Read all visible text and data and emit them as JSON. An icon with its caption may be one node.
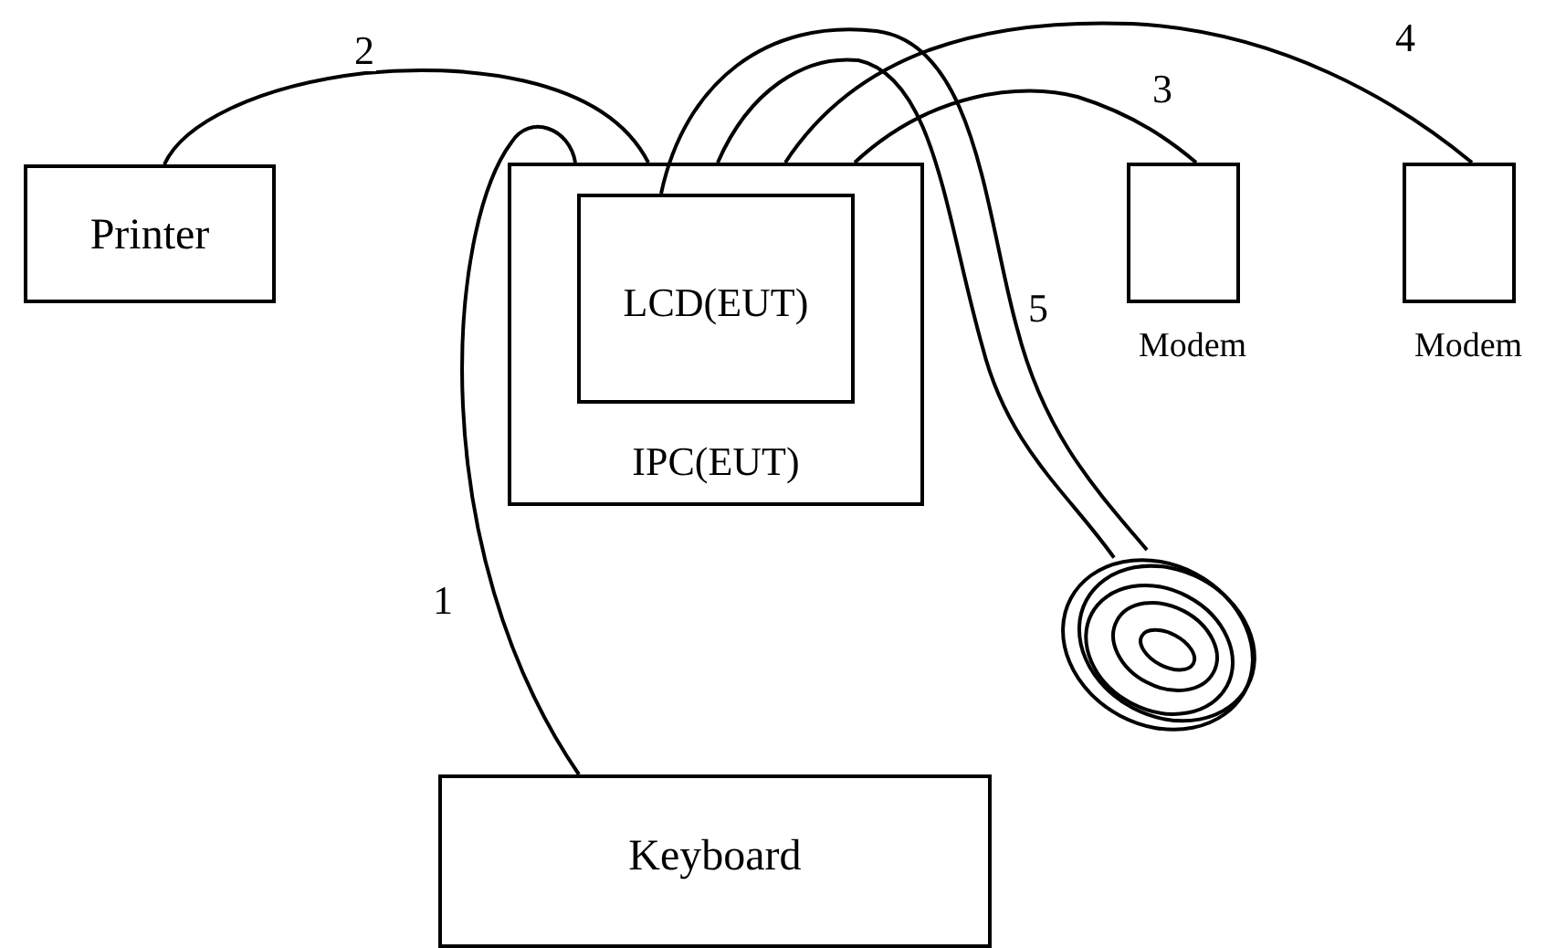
{
  "diagram": {
    "nodes": [
      {
        "text": [
          "Printer"
        ]
      },
      {
        "text": [
          "IPC(EUT)"
        ]
      },
      {
        "text": [
          "LCD(EUT)"
        ],
        "in": 1
      },
      {
        "text": [
          "Modem"
        ]
      },
      {
        "text": [
          "Modem"
        ]
      },
      {
        "text": [],
        "shape": "picture"
      },
      {
        "text": [
          "Keyboard"
        ]
      }
    ],
    "edges": [
      {
        "from": 1,
        "to": 6,
        "arrow": "none",
        "label": "1"
      },
      {
        "from": 1,
        "to": 0,
        "arrow": "none",
        "label": "2"
      },
      {
        "from": 1,
        "to": 3,
        "arrow": "none",
        "label": "3"
      },
      {
        "from": 1,
        "to": 4,
        "arrow": "none",
        "label": "4"
      },
      {
        "from": 2,
        "to": 5,
        "arrow": "none",
        "label": "5"
      },
      {
        "from": 1,
        "to": 5,
        "arrow": "none"
      }
    ]
  }
}
